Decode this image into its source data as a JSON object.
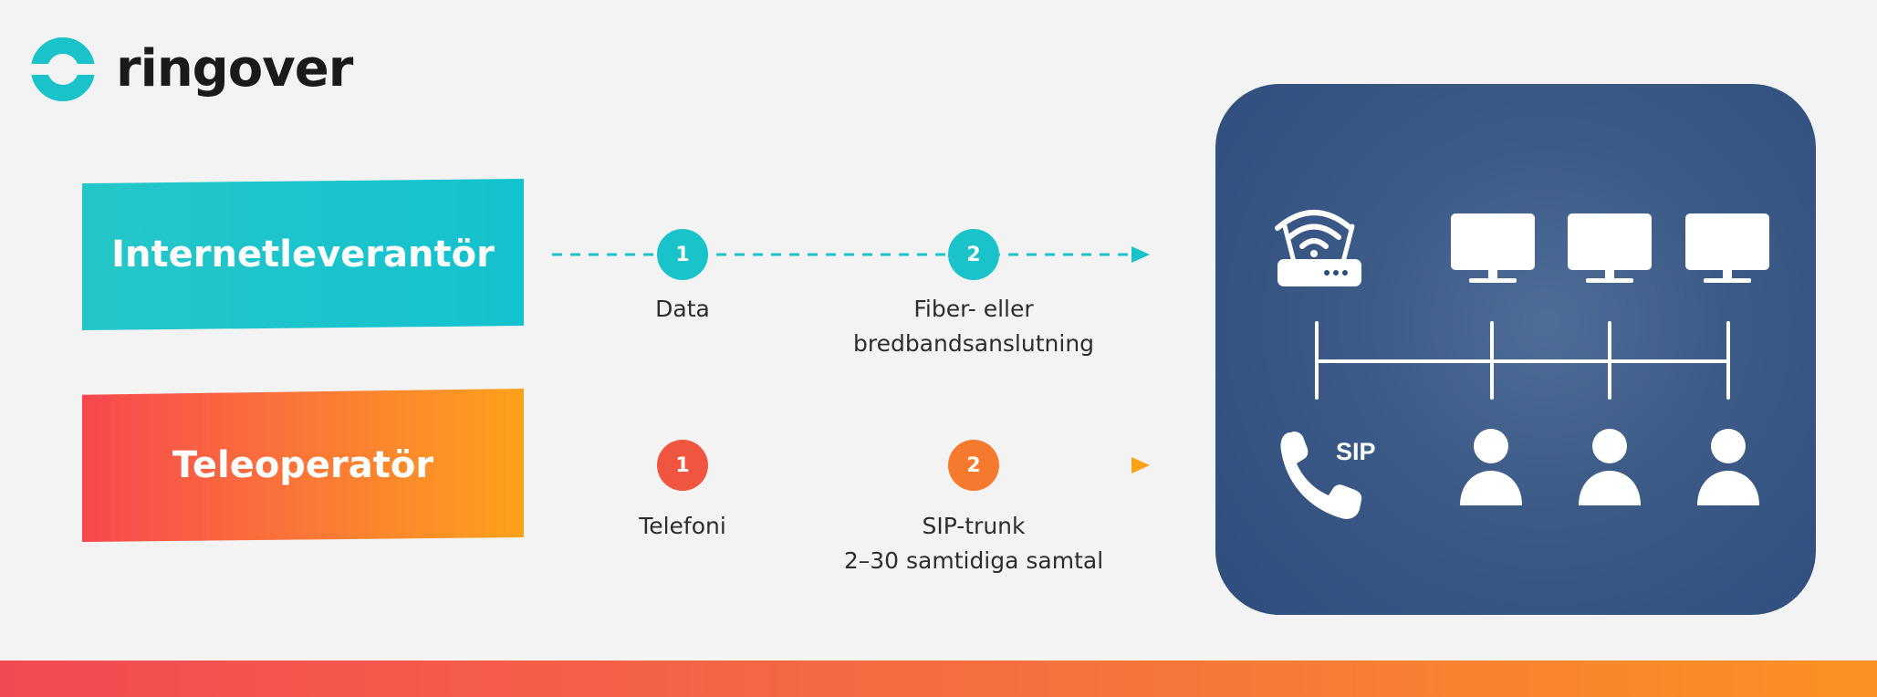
{
  "brand": {
    "name": "ringover",
    "teal": "#19c3c9",
    "dark_text": "#1a1a1a"
  },
  "rows": [
    {
      "provider": "Internetleverantör",
      "color": "#19c3c9",
      "steps": [
        {
          "number": "1",
          "lines": [
            "Data"
          ]
        },
        {
          "number": "2",
          "lines": [
            "Fiber- eller",
            "bredbandsanslutning"
          ]
        }
      ]
    },
    {
      "provider": "Teleoperatör",
      "color_start": "#f7474f",
      "color_end": "#fca21a",
      "steps": [
        {
          "number": "1",
          "lines": [
            "Telefoni"
          ]
        },
        {
          "number": "2",
          "lines": [
            "SIP-trunk",
            "2–30 samtidiga samtal"
          ]
        }
      ]
    }
  ],
  "office": {
    "panel_color": "#2e4d7d",
    "router_icon": "wifi-router-icon",
    "monitor_icon": "monitor-icon",
    "monitor_count": 3,
    "phone_icon": "sip-phone-icon",
    "phone_label": "SIP",
    "user_icon": "user-icon",
    "user_count": 3
  }
}
